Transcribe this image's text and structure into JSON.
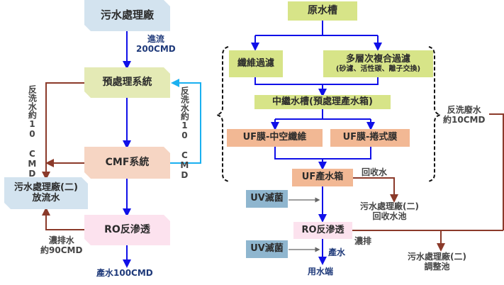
{
  "left": {
    "plant": "污水處理廠",
    "inflow": [
      "進流",
      "200CMD"
    ],
    "pretreat": "預處理系統",
    "cmf": "CMF系統",
    "discharge": [
      "污水處理廠(二)",
      "放流水"
    ],
    "ro": "RO反滲透",
    "backwash_left": "反洗水約10 CMD",
    "backwash_right": "反洗水約10 CMD",
    "concentrate": [
      "濃排水",
      "約90CMD"
    ],
    "product": "產水100CMD"
  },
  "right": {
    "raw_tank": "原水槽",
    "fiber_filter": "纖維過濾",
    "multi_filter": "多層次複合過濾",
    "multi_filter_sub": "(砂濾、活性碳、離子交換)",
    "relay_tank": "中繼水槽(預處理產水箱)",
    "uf_hollow": "UF膜-中空纖維",
    "uf_spiral": "UF膜-捲式膜",
    "uf_tank": "UF產水箱",
    "uv1": "UV滅菌",
    "uv2": "UV滅菌",
    "ro": "RO反滲透",
    "reclaim_label": "回收水",
    "reclaim_dest": [
      "污水處理廠(二)",
      "回收水池"
    ],
    "backwash_waste": [
      "反洗廢水",
      "約10CMD"
    ],
    "concentrate_label": "濃排",
    "product_label": "產水",
    "end_use": "用水端",
    "adjust_dest": [
      "污水處理廠(二)",
      "調整池"
    ]
  },
  "colors": {
    "flow": "#1010e8",
    "waste": "#8b3a2a",
    "backwash": "#1ab0f0",
    "grey_arrow": "#666666"
  }
}
